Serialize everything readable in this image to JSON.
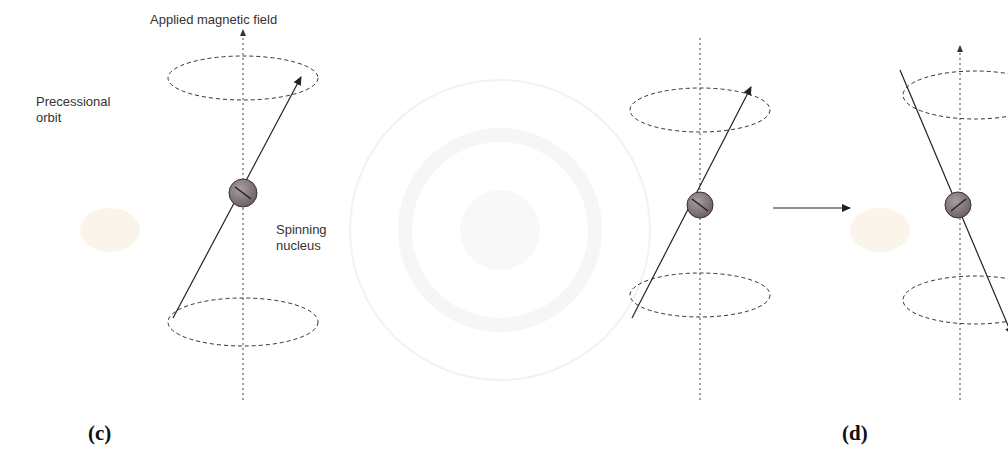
{
  "diagram": {
    "labels": [
      "Applied magnetic field",
      "Precessional orbit",
      "Spinning nucleus",
      "(c)",
      "(d)"
    ]
  }
}
